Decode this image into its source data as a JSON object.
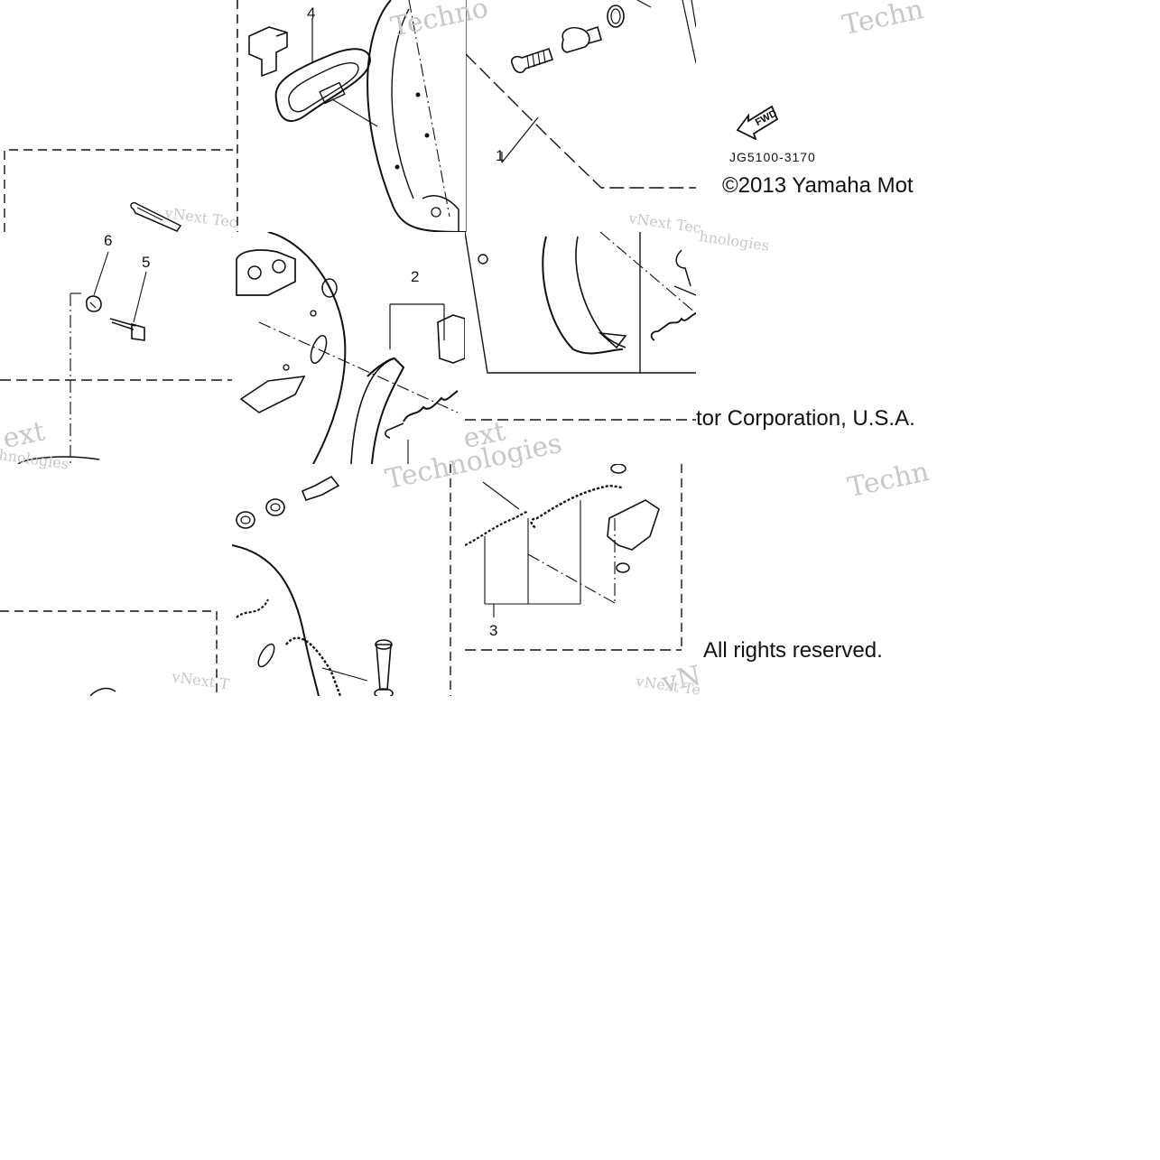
{
  "callouts": {
    "c1": "1",
    "c2": "2",
    "c3": "3",
    "c4": "4",
    "c5": "5",
    "c6": "6"
  },
  "part_number": "JG5100-3170",
  "fwd_label": "FWD",
  "copyright": {
    "line1": "©2013 Yamaha Mot",
    "line2": "tor Corporation, U.S.A.",
    "line3": "All rights reserved."
  },
  "watermarks": {
    "vnext": "vNext Tec",
    "vnext2": "vNext Te",
    "vnext3": "vNext T",
    "techno": "Techno",
    "techn": "Techn",
    "technologies": "Technologies",
    "nologies": "hnologies",
    "ext": "ext",
    "vn": "vN"
  }
}
